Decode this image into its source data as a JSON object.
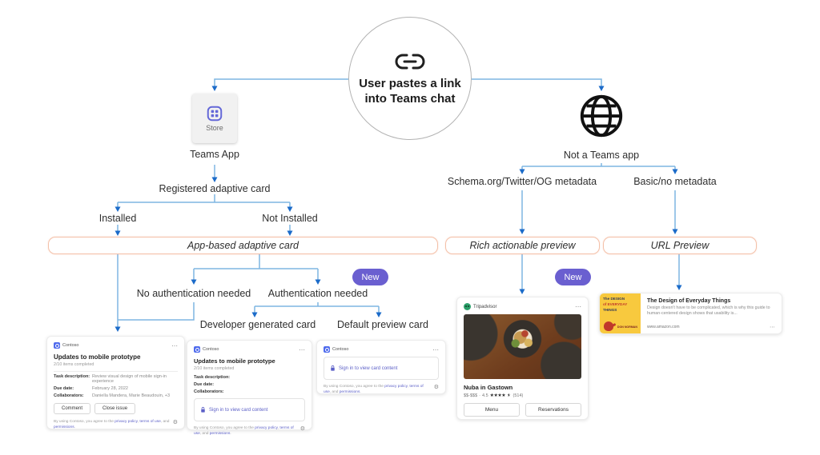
{
  "flow": {
    "start_line1": "User pastes a link",
    "start_line2": "into Teams chat",
    "store_label": "Store",
    "teams_app_label": "Teams App",
    "registered_label": "Registered adaptive card",
    "installed_label": "Installed",
    "not_installed_label": "Not Installed",
    "app_based_box_label": "App-based adaptive card",
    "no_auth_label": "No authentication needed",
    "auth_label": "Authentication needed",
    "dev_generated_label": "Developer generated card",
    "default_preview_label": "Default preview card",
    "new_badge_label": "New",
    "not_teams_app_label": "Not a Teams app",
    "schema_label": "Schema.org/Twitter/OG metadata",
    "basic_label": "Basic/no metadata",
    "rich_preview_box_label": "Rich actionable preview",
    "url_preview_box_label": "URL Preview"
  },
  "colors": {
    "connector_line": "#7fb5e2",
    "connector_arrow": "#1b6bc9",
    "flow_box_border": "#f4c0a8",
    "new_badge_bg": "#6a5fd0",
    "link_text": "#5b5fc7",
    "contoso_logo_blue": "#4f6bed",
    "tripadvisor_green": "#2ba06a",
    "store_icon_purple": "#6468d8"
  },
  "contoso_card": {
    "app_name": "Contoso",
    "menu_icon": "⋯",
    "title": "Updates to mobile prototype",
    "subtitle": "2/10 items completed",
    "fields": [
      {
        "label": "Task description:",
        "value": "Review visual design of mobile sign-in experience"
      },
      {
        "label": "Due date:",
        "value": "February 28, 2022"
      },
      {
        "label": "Collaborators:",
        "value": "Daniella Mandera, Marie Beaudouin, +3"
      }
    ],
    "buttons": [
      "Comment",
      "Close issue"
    ],
    "signin_text": "Sign in to view card content",
    "footer": {
      "prefix": "By using Contoso, you agree to the ",
      "link_privacy": "privacy policy",
      "sep1": ", ",
      "link_terms": "terms of use",
      "sep2": ", and ",
      "link_permissions": "permissions",
      "suffix": ".",
      "gear_icon": "⚙"
    }
  },
  "tripadvisor_card": {
    "app_name": "Tripadvisor",
    "menu_icon": "⋯",
    "title": "Nuba in Gastown",
    "price_range": "$$-$$$",
    "separator": "·",
    "rating_value": "4.5",
    "stars_full": "★★★★",
    "star_half": "★",
    "review_count": "(514)",
    "buttons": [
      "Menu",
      "Reservations"
    ]
  },
  "amazon_card": {
    "title": "The Design of Everyday Things",
    "description": "Design doesn't have to be complicated, which is why this guide to human-centered design shows that usability is...",
    "url": "www.amazon.com",
    "menu_icon": "⋯",
    "cover": {
      "line1": "The DESIGN",
      "line2": "of EVERYDAY",
      "line3": "THINGS",
      "author": "DON NORMAN"
    }
  }
}
